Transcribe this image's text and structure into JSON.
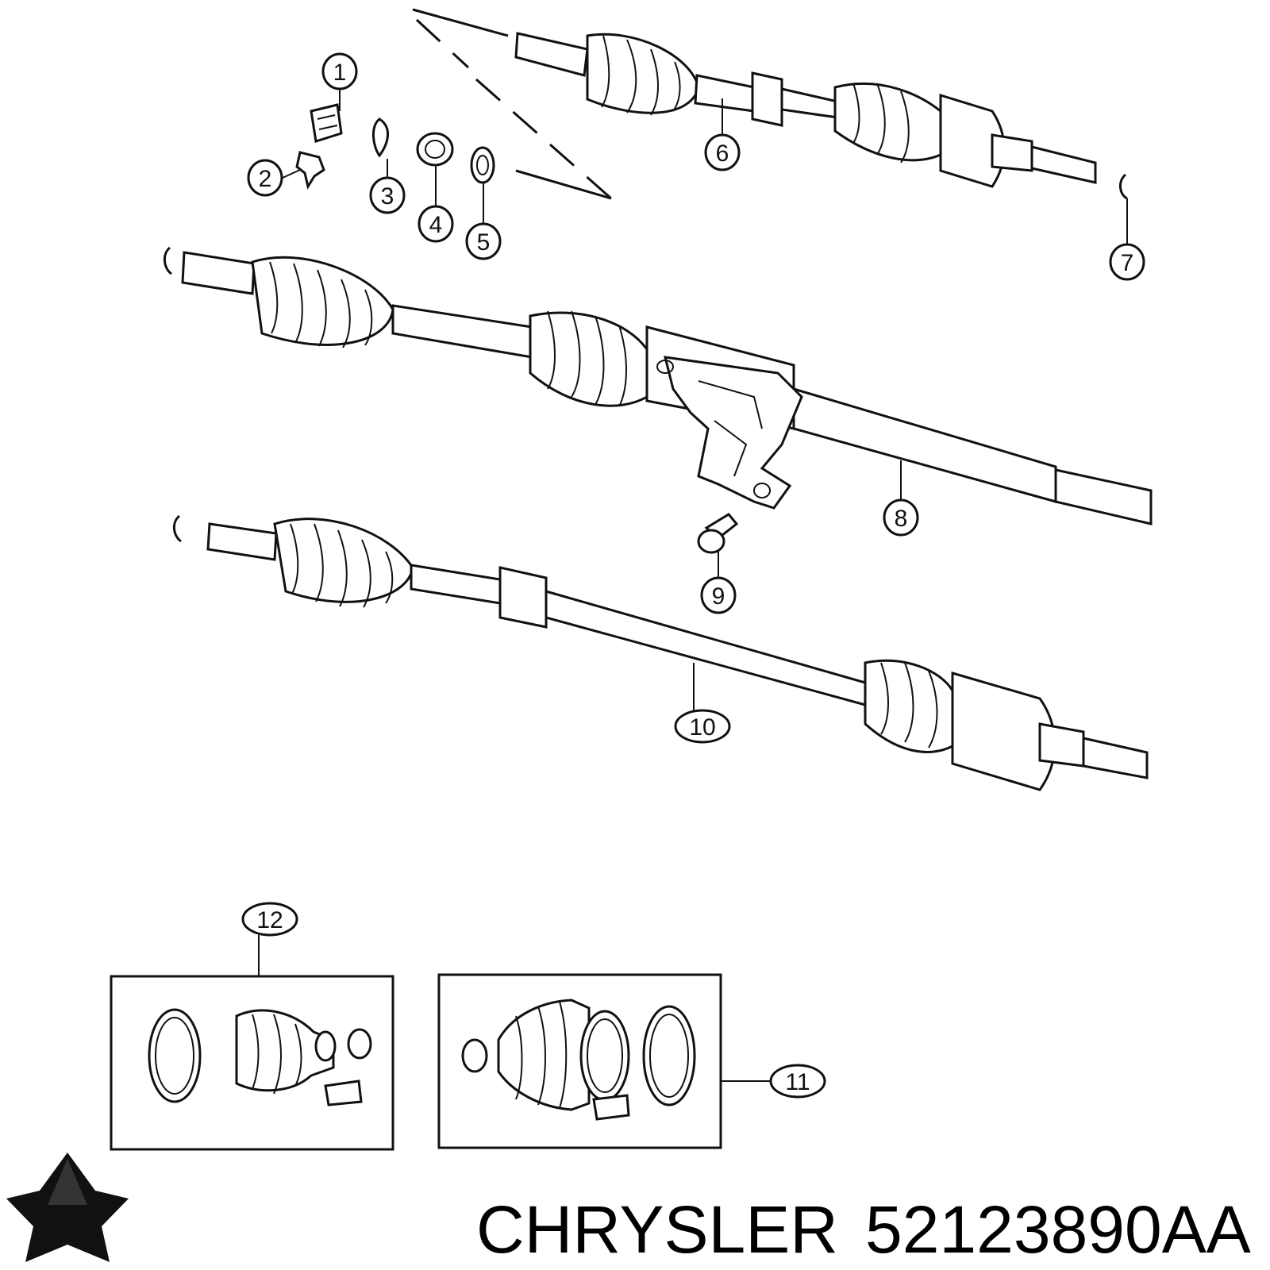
{
  "callouts": [
    {
      "id": 1,
      "label": "1"
    },
    {
      "id": 2,
      "label": "2"
    },
    {
      "id": 3,
      "label": "3"
    },
    {
      "id": 4,
      "label": "4"
    },
    {
      "id": 5,
      "label": "5"
    },
    {
      "id": 6,
      "label": "6"
    },
    {
      "id": 7,
      "label": "7"
    },
    {
      "id": 8,
      "label": "8"
    },
    {
      "id": 9,
      "label": "9"
    },
    {
      "id": 10,
      "label": "10"
    },
    {
      "id": 11,
      "label": "11"
    },
    {
      "id": 12,
      "label": "12"
    }
  ],
  "footer": {
    "brand": "CHRYSLER",
    "part_number": "52123890AA"
  },
  "logo": {
    "icon": "chrysler-pentastar-icon"
  }
}
